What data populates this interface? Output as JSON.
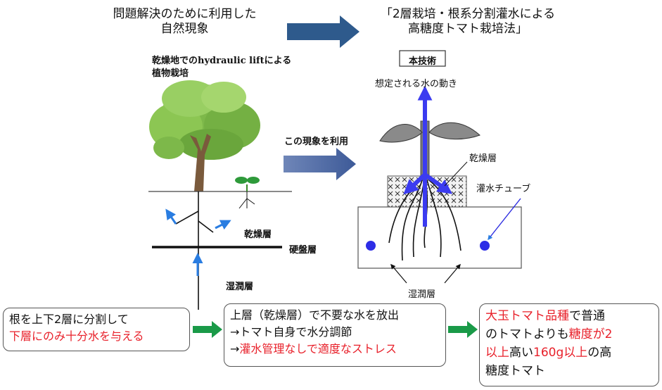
{
  "header": {
    "left_line1": "問題解決のために利用した",
    "left_line2": "自然現象",
    "right_line1": "「2層栽培・根系分割灌水による",
    "right_line2": "高糖度トマト栽培法」"
  },
  "left_panel": {
    "title_line1": "乾燥地でのhydraulic liftによる",
    "title_line2": "植物栽培",
    "dry_layer": "乾燥層",
    "hardpan": "硬盤層",
    "wet_layer": "湿潤層"
  },
  "middle": {
    "use_label": "この現象を利用"
  },
  "right_panel": {
    "tech_label": "本技術",
    "water_flow": "想定される水の動き",
    "dry_layer": "乾燥層",
    "tube": "灌水チューブ",
    "wet_layer": "湿潤層"
  },
  "bottom": {
    "box1_line1": "根を上下2層に分割して",
    "box1_line2": "下層にのみ十分水を与える",
    "box2_line1": "上層（乾燥層）で不要な水を放出",
    "box2_line2_prefix": "→",
    "box2_line2": "トマト自身で水分調節",
    "box2_line3_prefix": "→",
    "box2_line3": "灌水管理なしで適度なストレス",
    "box3_seg1": "大玉トマト品種",
    "box3_seg2": "で普通",
    "box3_seg3": "のトマトよりも",
    "box3_seg4": "糖度が2",
    "box3_seg5": "以上",
    "box3_seg6": "高い",
    "box3_seg7": "160g以上",
    "box3_seg8": "の高",
    "box3_seg9": "糖度トマト"
  },
  "colors": {
    "big_arrow": "#2e5a8c",
    "mid_arrow": "#4a6aa8",
    "green_arrow": "#1a9a48",
    "blue_flow": "#3b3bf0",
    "small_blue": "#2a7de1",
    "red_text": "#e8202a"
  }
}
